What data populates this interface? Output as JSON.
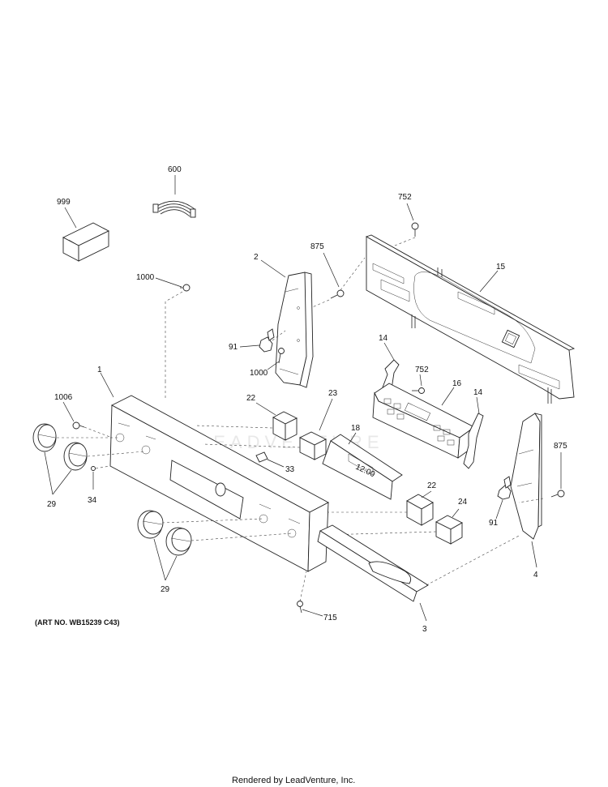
{
  "parts": {
    "p999": "999",
    "p600": "600",
    "p752a": "752",
    "p875a": "875",
    "p2": "2",
    "p15": "15",
    "p1000a": "1000",
    "p91a": "91",
    "p1000b": "1000",
    "p14a": "14",
    "p752b": "752",
    "p16": "16",
    "p14b": "14",
    "p1": "1",
    "p1006": "1006",
    "p22a": "22",
    "p23": "23",
    "p18": "18",
    "p875b": "875",
    "p33": "33",
    "p34": "34",
    "p29a": "29",
    "p22b": "22",
    "p24": "24",
    "p91b": "91",
    "p4": "4",
    "p29b": "29",
    "p715": "715",
    "p3": "3"
  },
  "display_reading": "12:00",
  "art_number": "(ART NO. WB15239 C43)",
  "footer": "Rendered by LeadVenture, Inc.",
  "watermark": "LEADVENTURE"
}
